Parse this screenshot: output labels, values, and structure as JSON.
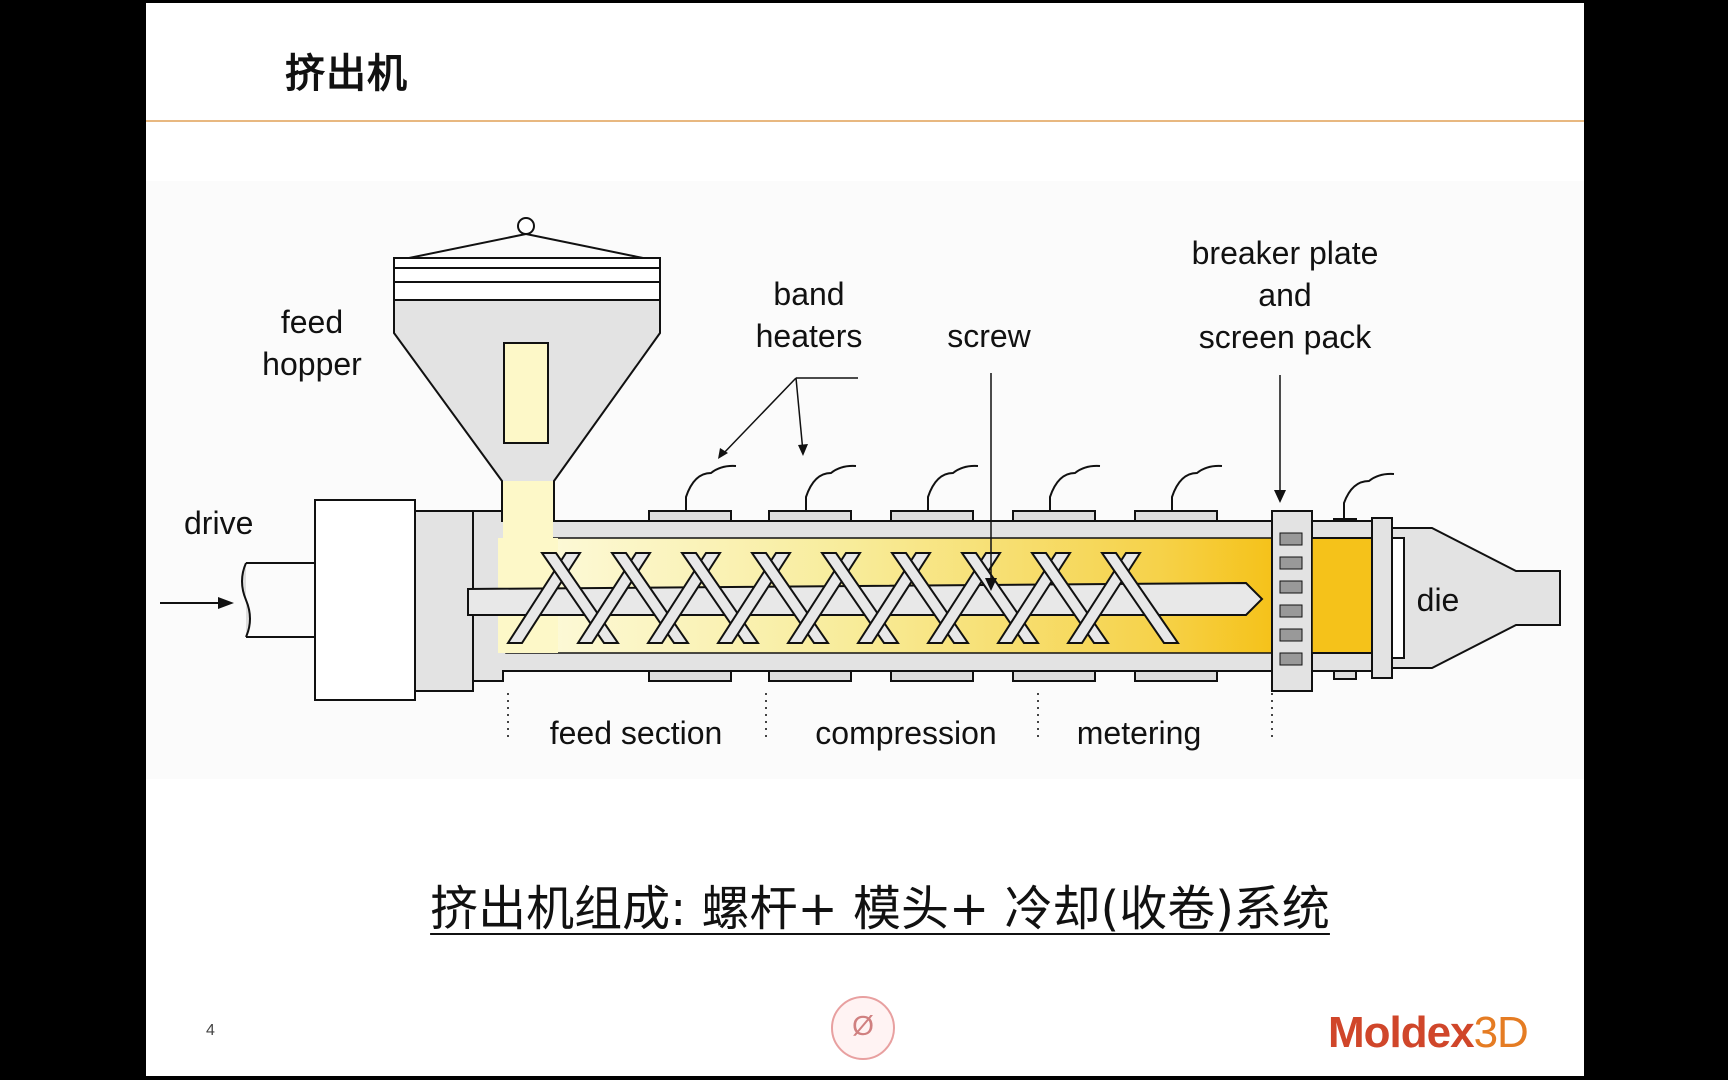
{
  "slide": {
    "title": "挤出机",
    "caption": "挤出机组成: 螺杆+ 模头+ 冷却(收卷)系统",
    "page_number": "4",
    "logo_main": "Moldex",
    "logo_suffix": "3D"
  },
  "diagram": {
    "labels": {
      "feed": "feed",
      "hopper": "hopper",
      "drive": "drive",
      "band": "band",
      "heaters": "heaters",
      "screw": "screw",
      "breaker_plate": "breaker plate",
      "and": "and",
      "screen_pack": "screen pack",
      "die": "die",
      "feed_section": "feed section",
      "compression": "compression",
      "metering": "metering"
    }
  },
  "colors": {
    "title_rule": "#e8b880",
    "melt_light": "#fdf8c8",
    "melt_mid": "#f6e27a",
    "melt_dark": "#f5c21a",
    "barrel": "#e3e3e3",
    "logo_red": "#d0462a",
    "logo_orange": "#e57c23"
  }
}
